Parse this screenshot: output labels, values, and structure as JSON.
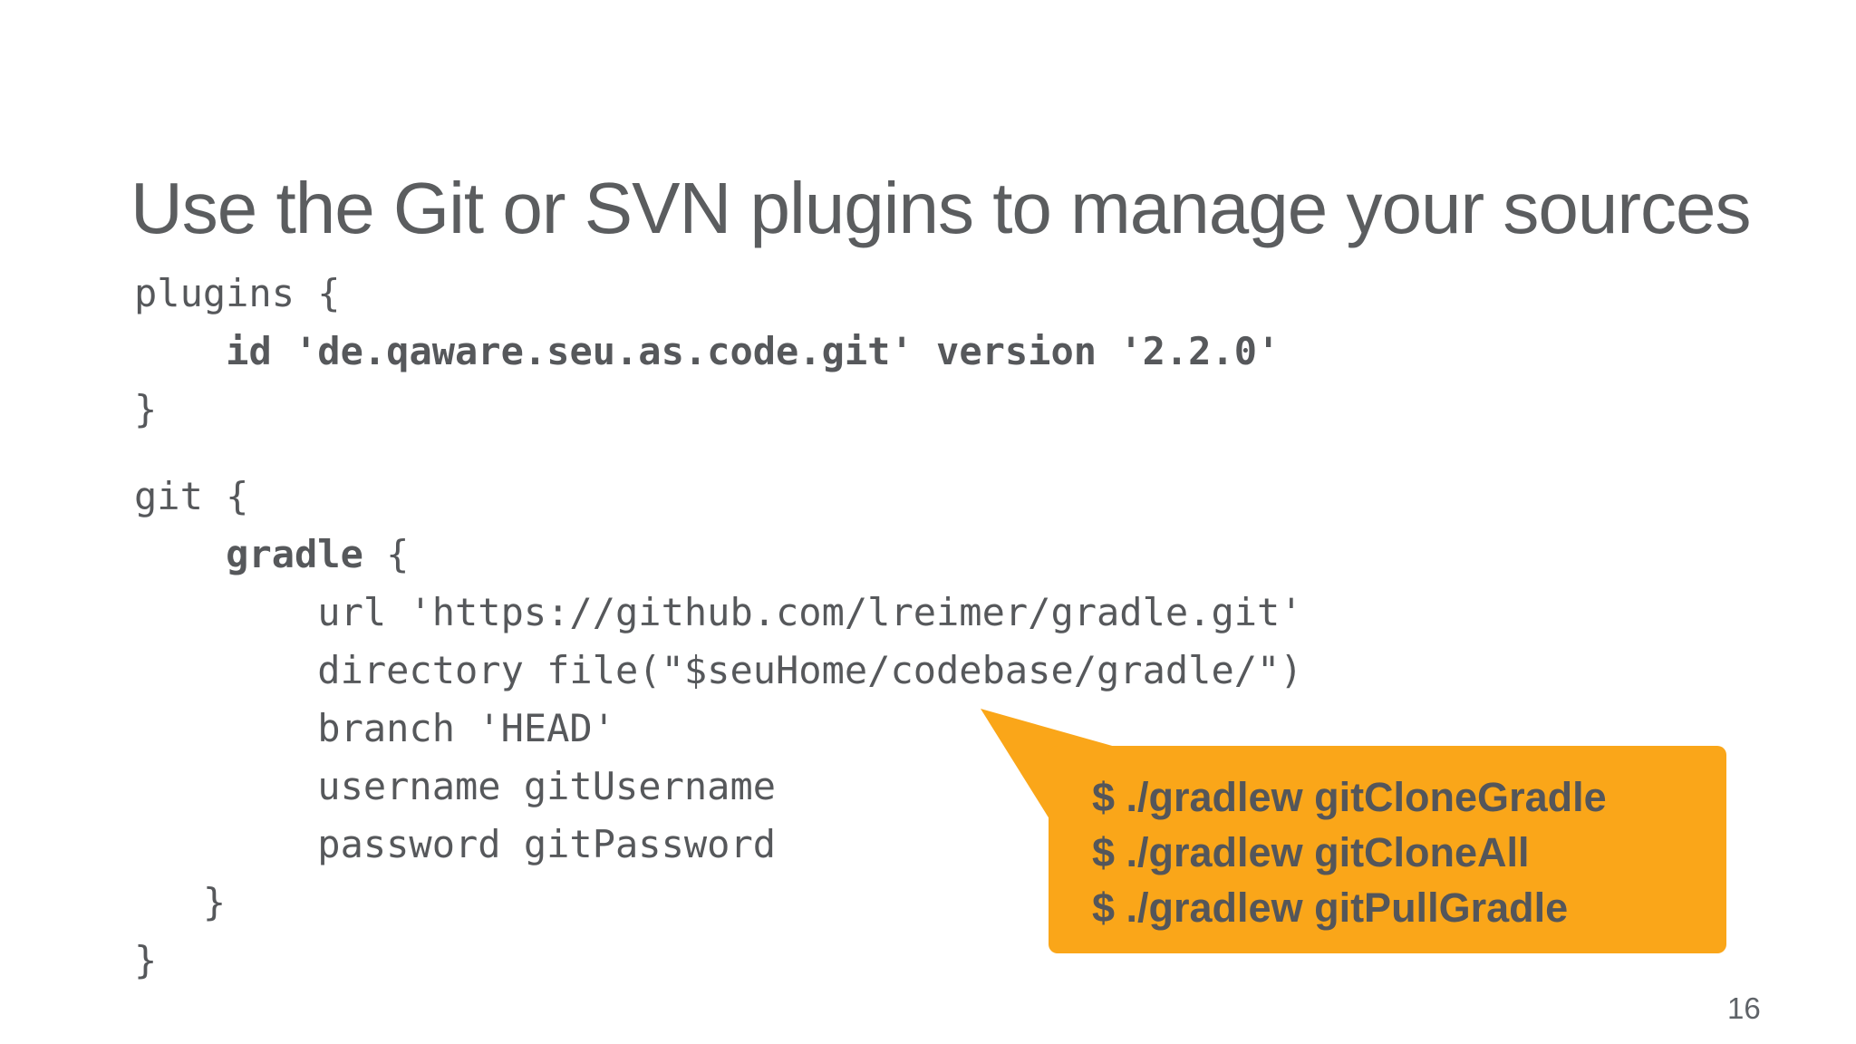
{
  "slide": {
    "title": "Use the Git or SVN plugins to manage your sources",
    "page_number": "16",
    "colors": {
      "background": "#ffffff",
      "title_text": "#5b5d5f",
      "code_text": "#56585b",
      "callout_bg": "#faa619",
      "callout_text": "#54565a",
      "page_number_text": "#5f6368"
    }
  },
  "code_blocks": [
    {
      "name": "plugins-block",
      "lines": [
        {
          "segments": [
            {
              "text": "plugins {",
              "bold": false
            }
          ]
        },
        {
          "segments": [
            {
              "text": "    ",
              "bold": false
            },
            {
              "text": "id 'de.qaware.seu.as.code.git' version '2.2.0'",
              "bold": true
            }
          ]
        },
        {
          "segments": [
            {
              "text": "}",
              "bold": false
            }
          ]
        }
      ]
    },
    {
      "name": "git-block",
      "lines": [
        {
          "segments": [
            {
              "text": "git {",
              "bold": false
            }
          ]
        },
        {
          "segments": [
            {
              "text": "    ",
              "bold": false
            },
            {
              "text": "gradle",
              "bold": true
            },
            {
              "text": " {",
              "bold": false
            }
          ]
        },
        {
          "segments": [
            {
              "text": "        url 'https://github.com/lreimer/gradle.git'",
              "bold": false
            }
          ]
        },
        {
          "segments": [
            {
              "text": "        directory file(\"$seuHome/codebase/gradle/\")",
              "bold": false
            }
          ]
        },
        {
          "segments": [
            {
              "text": "        branch 'HEAD'",
              "bold": false
            }
          ]
        },
        {
          "segments": [
            {
              "text": "        username gitUsername",
              "bold": false
            }
          ]
        },
        {
          "segments": [
            {
              "text": "        password gitPassword",
              "bold": false
            }
          ]
        },
        {
          "segments": [
            {
              "text": "   }",
              "bold": false
            }
          ]
        },
        {
          "segments": [
            {
              "text": "}",
              "bold": false
            }
          ]
        }
      ]
    }
  ],
  "callout": {
    "commands": [
      "$ ./gradlew gitCloneGradle",
      "$ ./gradlew gitCloneAll",
      "$ ./gradlew gitPullGradle"
    ]
  }
}
